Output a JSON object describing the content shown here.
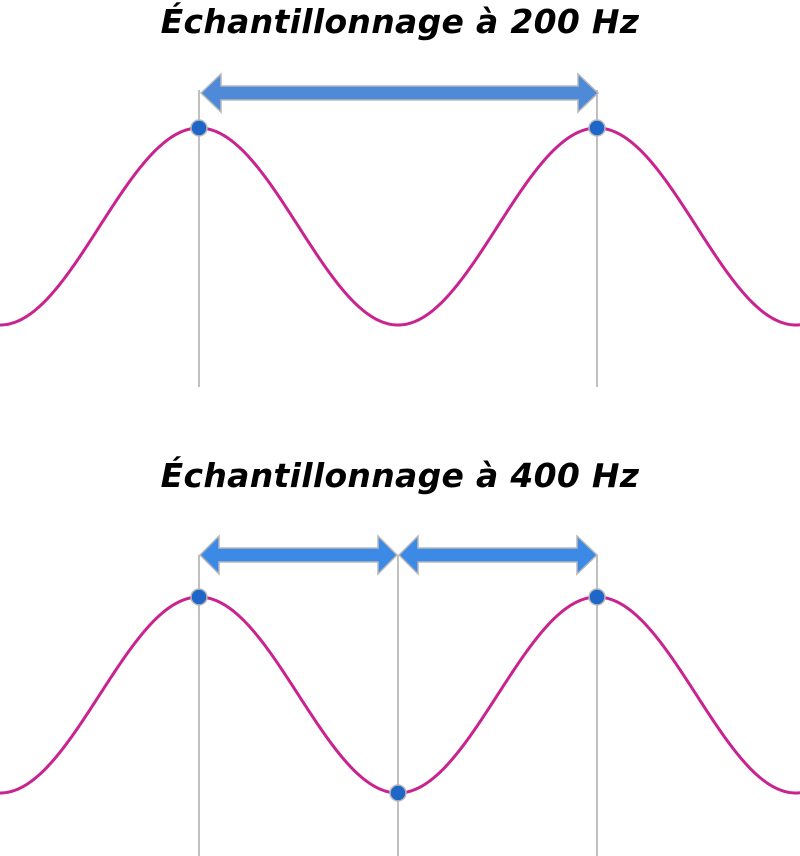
{
  "panels": [
    {
      "title": "Échantillonnage à 200 Hz",
      "sample_rate_hz": 200,
      "samples": [
        "peak",
        "peak"
      ]
    },
    {
      "title": "Échantillonnage à 400 Hz",
      "sample_rate_hz": 400,
      "samples": [
        "peak",
        "trough",
        "peak"
      ]
    }
  ],
  "colors": {
    "wave": "#c8238f",
    "sample_dot": "#1f66c9",
    "arrow": "#4a8ae0",
    "guide_line": "#c0c0c0"
  }
}
